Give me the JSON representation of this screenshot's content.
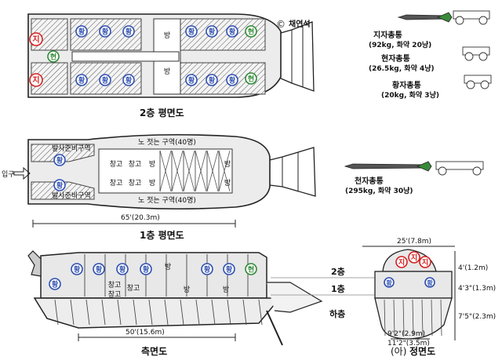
{
  "copyright_symbol": "©",
  "copyright_name": "채연석",
  "labels": {
    "deck2_title": "2층 평면도",
    "deck1_title": "1층 평면도",
    "side_title": "측면도",
    "front_title_prefix": "(아)",
    "front_title": "정면도",
    "entrance": "입구",
    "rowers_top": "노 젓는 구역(40명)",
    "rowers_bottom": "노 젓는 구역(40명)",
    "firing_prep_top": "발사준비구역",
    "firing_prep_bottom": "발사준비구역",
    "level_2": "2층",
    "level_1": "1층",
    "level_lower": "하층"
  },
  "room_labels": {
    "storage": "창고",
    "room": "방"
  },
  "cannon_chars": {
    "jija": "지",
    "hyeonja": "현",
    "hwangja": "황"
  },
  "cannons": [
    {
      "name": "지자총통",
      "spec": "(92kg, 화약 20냥)"
    },
    {
      "name": "현자총통",
      "spec": "(26.5kg, 화약 4냥)"
    },
    {
      "name": "황자총통",
      "spec": "(20kg, 화약 3냥)"
    },
    {
      "name": "천자총통",
      "spec": "(295kg, 화약 30냥)"
    }
  ],
  "dimensions": {
    "plan_length": "65'(20.3m)",
    "side_length": "50'(15.6m)",
    "front_width": "25'(7.8m)",
    "h_upper": "4'(1.2m)",
    "h_middle": "4'3\"(1.3m)",
    "h_lower": "7'5\"(2.3m)",
    "bottom_w1": "9'2\"(2.9m)",
    "bottom_w2": "11'2\"(3.5m)"
  },
  "colors": {
    "red": "#d42020",
    "green": "#2f8a35",
    "blue": "#2f4fb0",
    "hull_fill": "#ececec",
    "line": "#222222"
  }
}
